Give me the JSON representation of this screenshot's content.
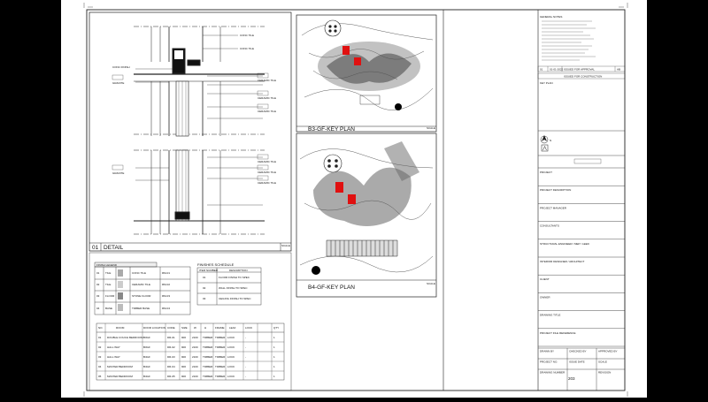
{
  "sheet": {
    "title": "Architectural detail sheet",
    "detail_panel": {
      "number": "01",
      "title": "DETAIL",
      "scale_label": "SCALE",
      "callouts_top": [
        "CONC TILE",
        "CONC TILE",
        "CERAMIC TILE",
        "CERAMIC TILE",
        "CERAMIC TILE",
        "CONC FINISH",
        "GRANITE"
      ],
      "callouts_bottom": [
        "CERAMIC TILE",
        "CERAMIC TILE",
        "CERAMIC TILE",
        "GRANITE"
      ]
    },
    "key_plans": [
      {
        "title": "B3-GF-KEY PLAN",
        "scale_label": "SCALE"
      },
      {
        "title": "B4-GF-KEY PLAN",
        "scale_label": "SCALE"
      }
    ],
    "schedule_left": {
      "header": "FINISH LEGEND",
      "rows": [
        [
          "01",
          "TILE",
          "",
          "CONC TILE",
          "RM-01"
        ],
        [
          "02",
          "TILE",
          "",
          "CERAMIC TILE",
          "RM-02"
        ],
        [
          "03",
          "FLOOR",
          "",
          "STONE FLOOR",
          "RM-03"
        ],
        [
          "04",
          "BASE",
          "",
          "TIMBER BASE",
          "RM-04"
        ]
      ]
    },
    "finishes_schedule": {
      "header": "FINISHES SCHEDULE",
      "columns": [
        "ITEM NUMBER",
        "DESCRIPTION"
      ],
      "rows": [
        [
          "01",
          "FLOOR FINISH TO SPEC"
        ],
        [
          "02",
          "WALL FINISH TO SPEC"
        ],
        [
          "03",
          "CEILING FINISH TO SPEC"
        ]
      ]
    },
    "room_schedule": {
      "columns": [
        "NO.",
        "ROOM",
        "DOOR LOCATION",
        "CODE",
        "SIZE",
        "W",
        "H",
        "FRAME",
        "LEAF",
        "LOCK",
        "QTY"
      ],
      "rows": [
        [
          "01",
          "DOUBLE COUCH BEDROOM",
          "B3GF",
          "DR-01",
          "900",
          "2100",
          "TIMBER",
          "TIMBER",
          "LOCK",
          "-",
          "1"
        ],
        [
          "02",
          "HALL WAY",
          "B3GF",
          "DR-02",
          "900",
          "2100",
          "TIMBER",
          "TIMBER",
          "LOCK",
          "-",
          "1"
        ],
        [
          "03",
          "HALL WAY",
          "B4GF",
          "DR-03",
          "900",
          "2100",
          "TIMBER",
          "TIMBER",
          "LOCK",
          "-",
          "1"
        ],
        [
          "04",
          "MASTER BEDROOM",
          "B4GF",
          "DR-04",
          "900",
          "2100",
          "TIMBER",
          "TIMBER",
          "LOCK",
          "-",
          "1"
        ],
        [
          "05",
          "MASTER BEDROOM",
          "B4GF",
          "DR-05",
          "900",
          "2100",
          "TIMBER",
          "TIMBER",
          "LOCK",
          "-",
          "1"
        ]
      ]
    },
    "title_block": {
      "notes_header": "GENERAL NOTES",
      "revision_row": [
        "01",
        "01-01-2022",
        "ISSUED FOR APPROVAL",
        "AB"
      ],
      "revision_sub": "ISSUED FOR CONSTRUCTION",
      "key_plan_label": "KEY PLAN",
      "north_label": "N",
      "fields": [
        "PROJECT",
        "PROJECT DESCRIPTION",
        "PROJECT MANAGER",
        "CONSULTANTS",
        "STRUCTURAL ENGINEER / MEP / LEED",
        "INTERIOR DESIGNER / ARCHITECT",
        "CLIENT",
        "OWNER",
        "DRAWING TITLE",
        "PROJECT FILE REFERENCE"
      ],
      "bottom_rows": [
        [
          "DRAWN BY",
          "CHECKED BY",
          "APPROVED BY"
        ],
        [
          "PROJECT NO.",
          "ISSUE DATE",
          "SCALE"
        ],
        [
          "DRAWING NUMBER",
          "",
          "REVISION"
        ]
      ],
      "sheet_number": "203"
    }
  }
}
